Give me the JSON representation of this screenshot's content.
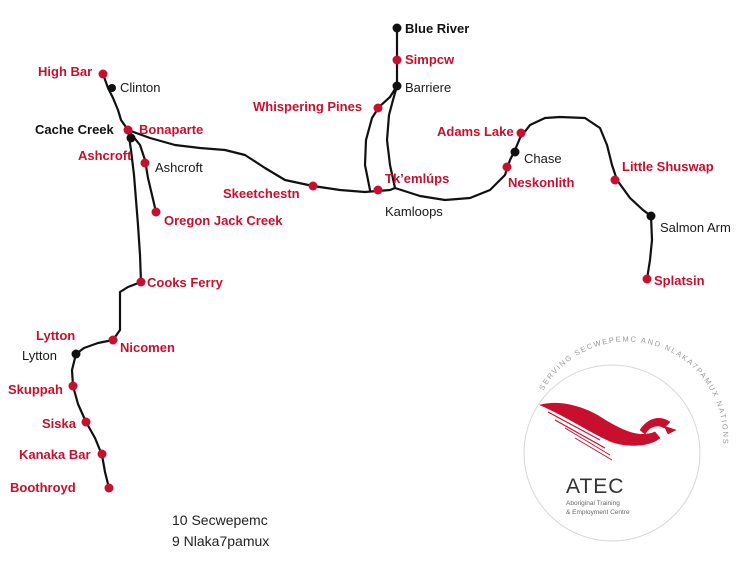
{
  "colors": {
    "community": "#c8102e",
    "town": "#111111",
    "route": "#111111"
  },
  "red_labels": {
    "high_bar": "High Bar",
    "bonaparte": "Bonaparte",
    "ashcroft_nation": "Ashcroft",
    "oregon_jack_creek": "Oregon Jack Creek",
    "cooks_ferry": "Cooks Ferry",
    "lytton_nation": "Lytton",
    "nicomen": "Nicomen",
    "skuppah": "Skuppah",
    "siska": "Siska",
    "kanaka_bar": "Kanaka Bar",
    "boothroyd": "Boothroyd",
    "whispering_pines": "Whispering Pines",
    "skeetchestn": "Skeetchestn",
    "tkemlups": "Tk’emlúps",
    "simpcw": "Simpcw",
    "adams_lake": "Adams Lake",
    "neskonlith": "Neskonlith",
    "little_shuswap": "Little Shuswap",
    "splatsin": "Splatsin"
  },
  "black_labels": {
    "clinton": "Clinton",
    "cache_creek": "Cache Creek",
    "ashcroft_town": "Ashcroft",
    "lytton_town": "Lytton",
    "blue_river": "Blue River",
    "barriere": "Barriere",
    "kamloops": "Kamloops",
    "chase": "Chase",
    "salmon_arm": "Salmon Arm"
  },
  "legend": {
    "line1": "10 Secwepemc",
    "line2": "9 Nlaka7pamux"
  },
  "logo": {
    "name": "ATEC",
    "subtitle1": "Aboriginal Training",
    "subtitle2": "& Employment Centre",
    "ring_text": "SERVING SECWEPEMC AND NLAKA7PAMUX NATIONS"
  }
}
